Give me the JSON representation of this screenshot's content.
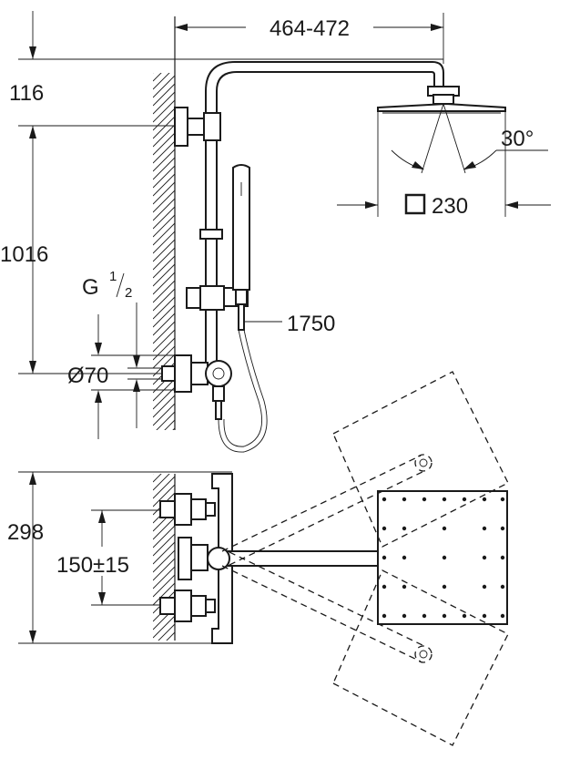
{
  "dimensions": {
    "width_range": "464-472",
    "top_offset": "116",
    "height": "1016",
    "thread_base": "G",
    "thread_num": "1",
    "thread_den": "2",
    "diameter": "Ø70",
    "hose_length": "1750",
    "spray_angle": "30°",
    "head_size": "230",
    "depth": "298",
    "spacing": "150±15"
  }
}
